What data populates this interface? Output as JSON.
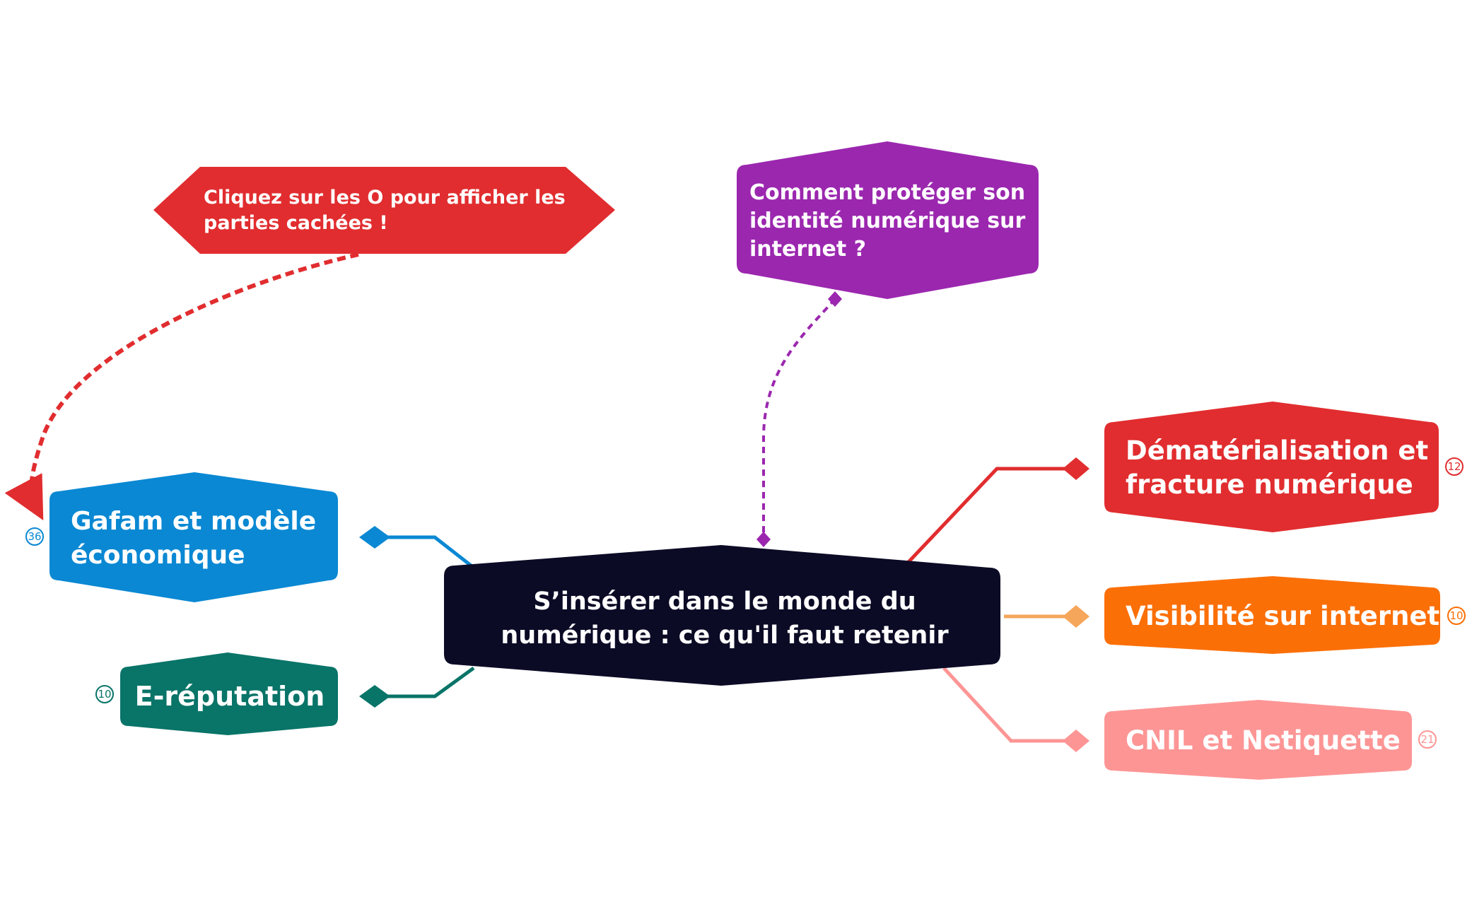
{
  "colors": {
    "root": "#0b0b26",
    "hint": "#e12d2f",
    "question": "#9b27af",
    "gafam": "#0a88d3",
    "ereputation": "#097468",
    "dematerialisation": "#e12d2f",
    "visibilite": "#fb6f07",
    "visibilite_line": "#f5a65b",
    "cnil": "#fd9595",
    "background": "#ffffff"
  },
  "root": {
    "label": "S’insérer dans le monde du numérique : ce qu'il faut retenir"
  },
  "callouts": {
    "hint": {
      "label": "Cliquez sur les O pour afficher les parties cachées !"
    },
    "question": {
      "label": "Comment protéger son identité numérique sur internet ?"
    }
  },
  "branches": {
    "gafam": {
      "label": "Gafam et modèle économique",
      "count": "36"
    },
    "ereputation": {
      "label": "E-réputation",
      "count": "10"
    },
    "dematerialisation": {
      "label": "Dématérialisation et fracture numérique",
      "count": "12"
    },
    "visibilite": {
      "label": "Visibilité sur internet",
      "count": "10"
    },
    "cnil": {
      "label": "CNIL et Netiquette",
      "count": "21"
    }
  }
}
